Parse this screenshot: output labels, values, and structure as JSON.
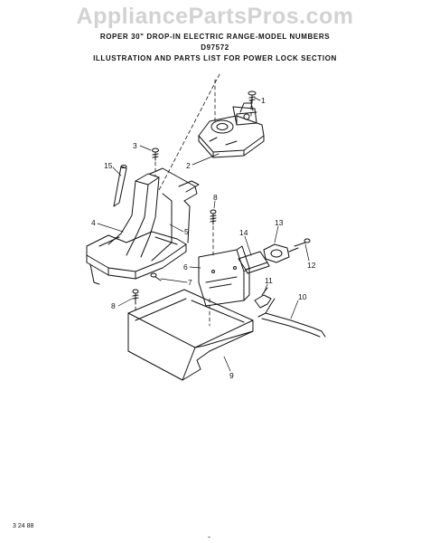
{
  "watermark": "AppliancePartsPros.com",
  "header": {
    "line1": "ROPER    30\" DROP-IN ELECTRIC RANGE-MODEL NUMBERS",
    "line2": "D97572",
    "line3": "ILLUSTRATION AND PARTS LIST FOR POWER LOCK SECTION"
  },
  "callouts": [
    "1",
    "2",
    "3",
    "15",
    "8",
    "4",
    "5",
    "13",
    "14",
    "6",
    "12",
    "7",
    "11",
    "10",
    "8",
    "9"
  ],
  "footer": {
    "date": "3 24 88",
    "mark": "-"
  }
}
